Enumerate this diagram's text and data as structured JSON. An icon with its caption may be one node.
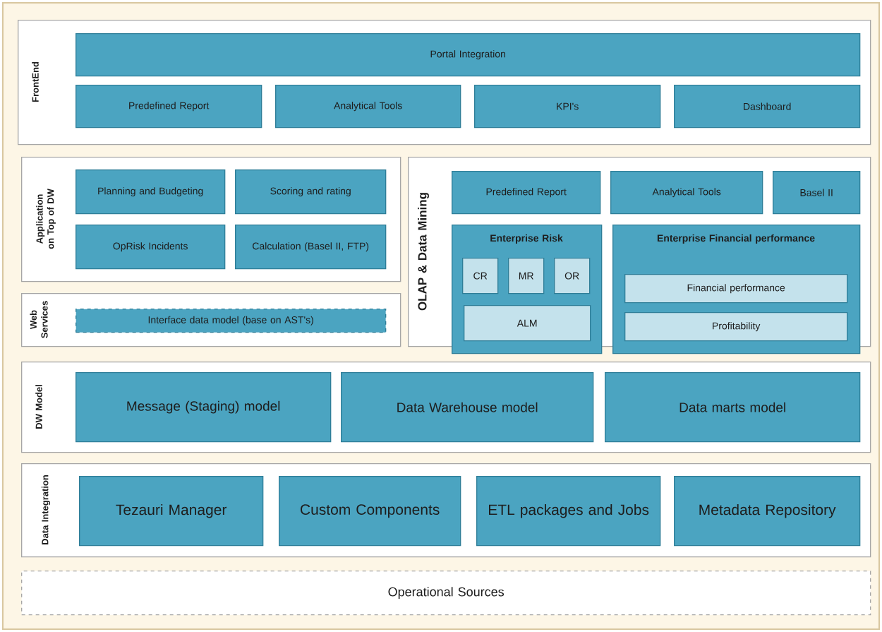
{
  "diagram": {
    "nodes": [
      {
        "text": [
          "FrontEnd"
        ]
      },
      {
        "text": [
          "Portal Integration"
        ],
        "in": 0
      },
      {
        "text": [
          "Predefined Report"
        ],
        "in": 0
      },
      {
        "text": [
          "Analytical Tools"
        ],
        "in": 0
      },
      {
        "text": [
          "KPI's"
        ],
        "in": 0
      },
      {
        "text": [
          "Dashboard"
        ],
        "in": 0
      },
      {
        "text": [
          "Application on Top of DW"
        ]
      },
      {
        "text": [
          "Planning and Budgeting"
        ],
        "in": 6
      },
      {
        "text": [
          "Scoring and rating"
        ],
        "in": 6
      },
      {
        "text": [
          "OpRisk Incidents"
        ],
        "in": 6
      },
      {
        "text": [
          "Calculation (Basel II, FTP)"
        ],
        "in": 6
      },
      {
        "text": [
          "Web Services"
        ]
      },
      {
        "text": [
          "Interface data model (base on AST's)"
        ],
        "in": 11
      },
      {
        "text": [
          "OLAP & Data Mining"
        ]
      },
      {
        "text": [
          "Predefined Report"
        ],
        "in": 13
      },
      {
        "text": [
          "Analytical Tools"
        ],
        "in": 13
      },
      {
        "text": [
          "Basel II"
        ],
        "in": 13
      },
      {
        "text": [
          "Enterprise Risk"
        ],
        "in": 13
      },
      {
        "text": [
          "CR"
        ],
        "in": 17
      },
      {
        "text": [
          "MR"
        ],
        "in": 17
      },
      {
        "text": [
          "OR"
        ],
        "in": 17
      },
      {
        "text": [
          "ALM"
        ],
        "in": 17
      },
      {
        "text": [
          "Enterprise Financial performance"
        ],
        "in": 13
      },
      {
        "text": [
          "Financial performance"
        ],
        "in": 22
      },
      {
        "text": [
          "Profitability"
        ],
        "in": 22
      },
      {
        "text": [
          "DW Model"
        ]
      },
      {
        "text": [
          "Message (Staging) model"
        ],
        "in": 25
      },
      {
        "text": [
          "Data Warehouse model"
        ],
        "in": 25
      },
      {
        "text": [
          "Data marts model"
        ],
        "in": 25
      },
      {
        "text": [
          "Data Integration"
        ]
      },
      {
        "text": [
          "Tezauri Manager"
        ],
        "in": 29
      },
      {
        "text": [
          "Custom Components"
        ],
        "in": 29
      },
      {
        "text": [
          "ETL packages and Jobs"
        ],
        "in": 29
      },
      {
        "text": [
          "Metadata Repository"
        ],
        "in": 29
      },
      {
        "text": [
          "Operational Sources"
        ]
      }
    ]
  }
}
